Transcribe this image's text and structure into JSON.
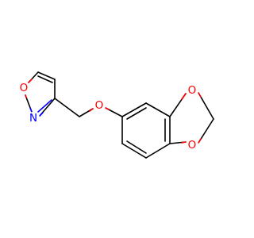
{
  "molecule": {
    "colors": {
      "bond": "#000000",
      "oxygen": "#ff0000",
      "nitrogen": "#0000ff"
    },
    "atoms": {
      "isoxazole_o": {
        "label": "O",
        "element": "oxygen"
      },
      "isoxazole_n": {
        "label": "N",
        "element": "nitrogen"
      },
      "ether_o": {
        "label": "O",
        "element": "oxygen"
      },
      "dioxole_o_top": {
        "label": "O",
        "element": "oxygen"
      },
      "dioxole_o_bottom": {
        "label": "O",
        "element": "oxygen"
      }
    }
  }
}
